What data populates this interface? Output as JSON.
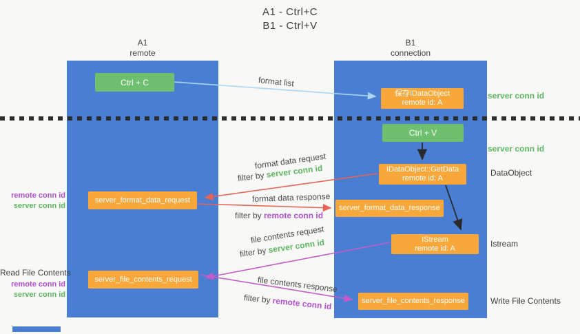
{
  "colors": {
    "background": "#f8f8f6",
    "column-blue": "#4a7ed2",
    "green": "#6ec06f",
    "orange": "#f8a73a",
    "green-label": "#5cb860",
    "purple-label": "#b44ed6",
    "red-arrow": "#ea6355",
    "magenta-arrow": "#c55bc9",
    "lightblue-arrow": "#a9d7f5",
    "dark-text": "#3b3b3b"
  },
  "title": {
    "line1": "A1 - Ctrl+C",
    "line2": "B1 - Ctrl+V"
  },
  "columns": {
    "left": {
      "name": "A1",
      "subtitle": "remote"
    },
    "right": {
      "name": "B1",
      "subtitle": "connection"
    }
  },
  "nodes": {
    "ctrl_c": "Ctrl + C",
    "ctrl_v": "Ctrl + V",
    "save_dataobject_line1": "保存IDataObject",
    "save_dataobject_line2": "remote id: A",
    "getdata_line1": "IDataObject::GetData",
    "getdata_line2": "remote id: A",
    "istream_line1": "IStream",
    "istream_line2": "remote id: A",
    "format_request": "server_format_data_request",
    "format_response": "server_format_data_response",
    "file_request": "server_file_contents_request",
    "file_response": "server_file_contents_response"
  },
  "annotations": {
    "server_conn_id_top": "server conn id",
    "server_conn_id_mid": "server conn id",
    "dataobject": "DataObject",
    "istream": "Istream",
    "read_file_contents": "Read File Contents",
    "write_file_contents": "Write File Contents",
    "format_remote_conn_id": "remote conn id",
    "format_server_conn_id": "server conn id",
    "file_remote_conn_id": "remote conn id",
    "file_server_conn_id": "server conn id"
  },
  "arrow_labels": {
    "format_list": "format list",
    "format_data_request": "format data request",
    "format_data_response": "format data response",
    "file_contents_request": "file contents request",
    "file_contents_response": "file contents response",
    "filter_by": "filter by ",
    "server_conn_id": "server conn id",
    "remote_conn_id": "remote conn id"
  }
}
